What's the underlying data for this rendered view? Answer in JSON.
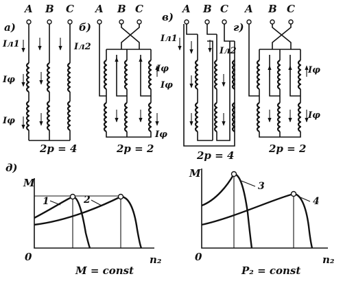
{
  "panels": {
    "a": {
      "letter": "а)",
      "terminals": [
        "A",
        "B",
        "C"
      ],
      "line_current": "Iл1",
      "phase_current_upper": "Iφ",
      "phase_current_lower": "Iφ",
      "poles": "2p = 4"
    },
    "b": {
      "letter": "б)",
      "terminals": [
        "A",
        "B",
        "C"
      ],
      "line_current": "Iл2",
      "phase_current_upper": "Iφ",
      "phase_current_lower": "Iφ",
      "poles": "2p = 2"
    },
    "v": {
      "letter": "в)",
      "terminals": [
        "A",
        "B",
        "C"
      ],
      "line_current_1": "Iл1",
      "line_current_2": "Iл2",
      "phase_current": "Iφ",
      "poles": "2p = 4"
    },
    "g": {
      "letter": "г)",
      "terminals": [
        "A",
        "B",
        "C"
      ],
      "phase_current_upper": "Iφ",
      "phase_current_lower": "Iφ",
      "poles": "2p = 2"
    }
  },
  "charts": {
    "letter": "д)",
    "left": {
      "y_axis": "M",
      "x_axis": "n₂",
      "origin": "0",
      "curve_labels": [
        "1",
        "2"
      ],
      "caption": "M = const"
    },
    "right": {
      "y_axis": "M",
      "x_axis": "n₂",
      "origin": "0",
      "curve_labels": [
        "3",
        "4"
      ],
      "caption": "P₂ = const"
    }
  }
}
